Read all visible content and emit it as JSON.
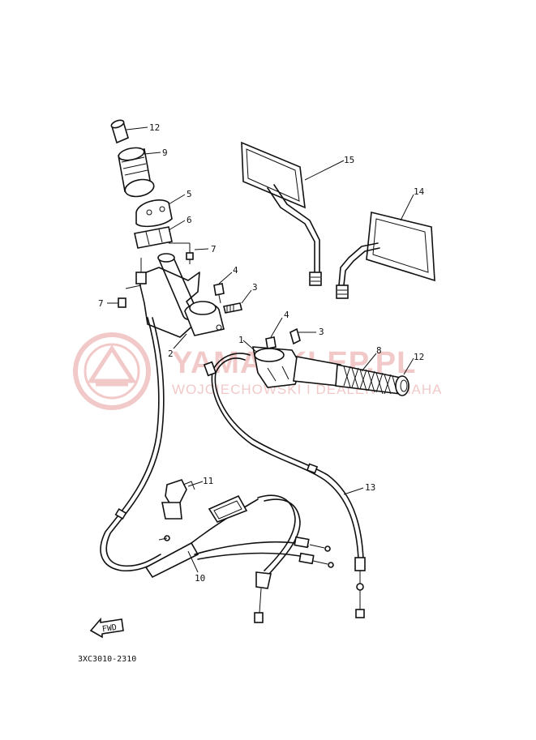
{
  "diagram": {
    "watermark": {
      "brand": "YAMASKLEP.PL",
      "subtitle": "WOJCIECHOWSKI I DEALER YAMAHA",
      "color": "#e7a0a0"
    },
    "drawing_code": "3XC3010-2310",
    "direction_marker": "FWD",
    "callouts": [
      "12",
      "9",
      "5",
      "6",
      "7",
      "7",
      "4",
      "3",
      "2",
      "4",
      "3",
      "1",
      "8",
      "12",
      "15",
      "14",
      "13",
      "11",
      "10"
    ]
  }
}
